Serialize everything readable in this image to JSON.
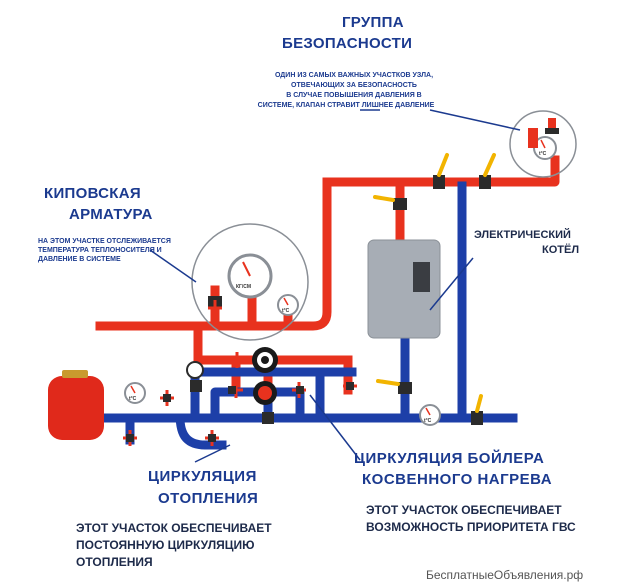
{
  "labels": {
    "safety_title_1": "ГРУППА",
    "safety_title_2": "БЕЗОПАСНОСТИ",
    "safety_desc_1": "ОДИН ИЗ САМЫХ ВАЖНЫХ УЧАСТКОВ УЗЛА,",
    "safety_desc_2": "ОТВЕЧАЮЩИХ ЗА БЕЗОПАСНОСТЬ",
    "safety_desc_3": "В СЛУЧАЕ ПОВЫШЕНИЯ ДАВЛЕНИЯ В",
    "safety_desc_4": "СИСТЕМЕ, КЛАПАН СТРАВИТ ЛИШНЕЕ ДАВЛЕНИЕ",
    "kip_title_1": "КИПОВСКАЯ",
    "kip_title_2": "АРМАТУРА",
    "kip_desc_1": "НА ЭТОМ УЧАСТКЕ ОТСЛЕЖИВАЕТСЯ",
    "kip_desc_2": "ТЕМПЕРАТУРА ТЕПЛОНОСИТЕЛЯ И",
    "kip_desc_3": "ДАВЛЕНИЕ В СИСТЕМЕ",
    "boiler_1": "ЭЛЕКТРИЧЕСКИЙ",
    "boiler_2": "КОТЁЛ",
    "heating_1": "ЦИРКУЛЯЦИЯ",
    "heating_2": "ОТОПЛЕНИЯ",
    "heating_note_1": "ЭТОТ УЧАСТОК ОБЕСПЕЧИВАЕТ",
    "heating_note_2": "ПОСТОЯННУЮ ЦИРКУЛЯЦИЮ",
    "heating_note_3": "ОТОПЛЕНИЯ",
    "indirect_1": "ЦИРКУЛЯЦИЯ БОЙЛЕРА",
    "indirect_2": "КОСВЕННОГО НАГРЕВА",
    "indirect_note_1": "ЭТОТ УЧАСТОК ОБЕСПЕЧИВАЕТ",
    "indirect_note_2": "ВОЗМОЖНОСТЬ ПРИОРИТЕТА ГВС",
    "gauge_unit": "КГ/СМ",
    "thermo_unit": "t°C",
    "watermark": "БесплатныеОбъявления.рф"
  },
  "colors": {
    "hot_pipe": "#e8321e",
    "cold_pipe": "#1d3fa8",
    "text_blue": "#1b3a8f",
    "boiler_body": "#a7adb5",
    "expansion_tank": "#e0291b",
    "valve_handle": "#f2b400"
  }
}
